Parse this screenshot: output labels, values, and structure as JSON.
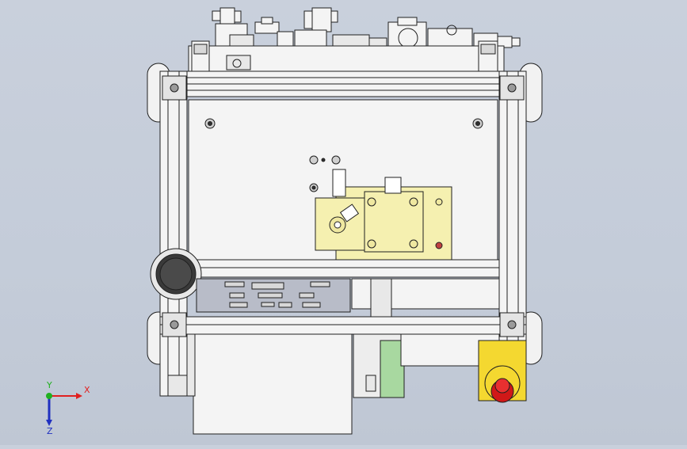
{
  "window": {
    "title": ""
  },
  "axes": {
    "x_label": "X",
    "y_label": "Y",
    "z_label": "Z",
    "x_color": "#e02020",
    "y_color": "#20b020",
    "z_color": "#2030c0"
  },
  "colors": {
    "background": "#c6cdd9",
    "frame": "#f4f4f4",
    "outline": "#202020",
    "valve_block": "#f5f0b0",
    "wheel": "#f2f2f2",
    "estop_red": "#d01818",
    "estop_yellow": "#f4d830",
    "cable_green": "#a8d8a0",
    "knob_dark": "#3a3a3a"
  },
  "scene": {
    "name": "mechanical-assembly-front-view",
    "parts": [
      "aluminum-profile-frame",
      "mounting-plate",
      "valve-block",
      "connector-panel",
      "caster-wheels",
      "emergency-stop-button",
      "rotary-knob",
      "top-actuators",
      "drawer-box"
    ]
  }
}
